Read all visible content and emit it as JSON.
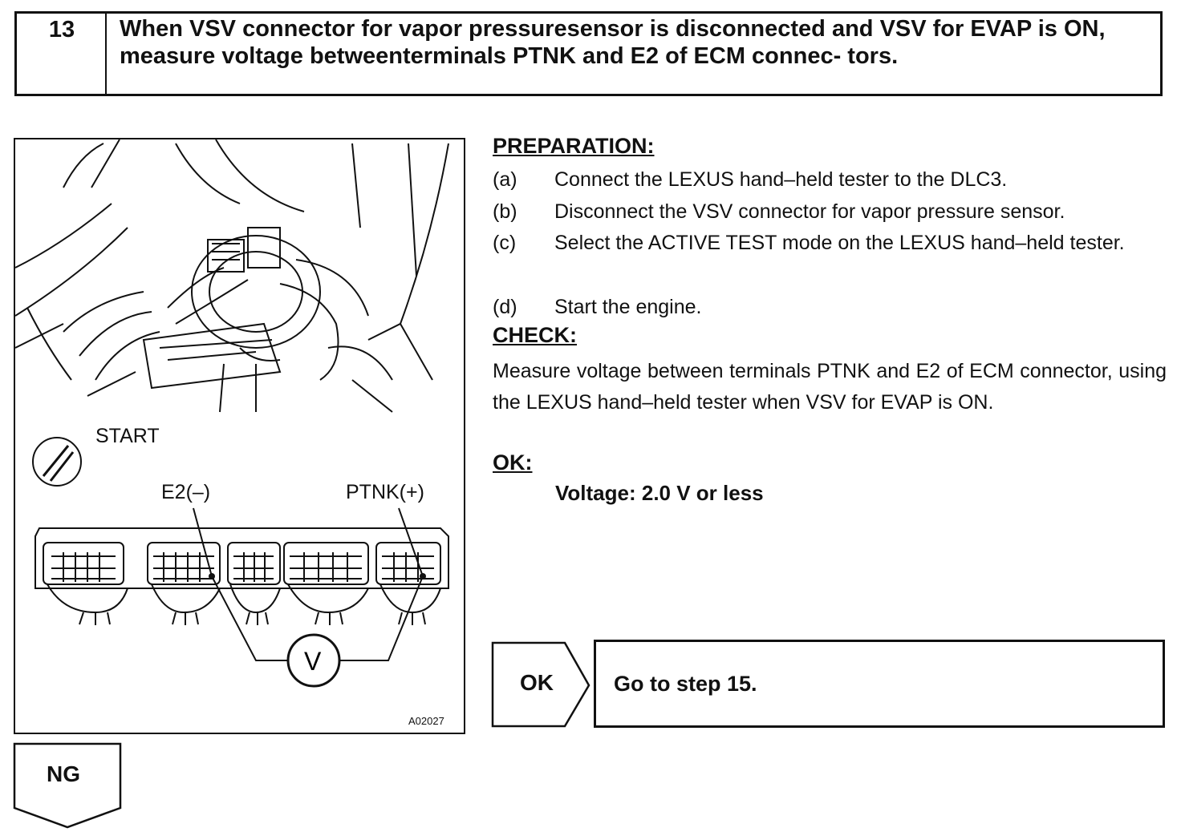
{
  "header": {
    "step_number": "13",
    "title": "When VSV connector for vapor pressuresensor is disconnected and VSV for EVAP is ON, measure voltage betweenterminals PTNK and E2 of ECM connec- tors."
  },
  "figure": {
    "start_label": "START",
    "e2_label": "E2(–)",
    "ptnk_label": "PTNK(+)",
    "meter_symbol": "V",
    "figure_code": "A02027"
  },
  "preparation": {
    "heading": "PREPARATION:",
    "steps": [
      {
        "letter": "(a)",
        "text": "Connect the LEXUS hand–held tester to the DLC3."
      },
      {
        "letter": "(b)",
        "text": "Disconnect the VSV connector for vapor pressure sensor."
      },
      {
        "letter": "(c)",
        "text": "Select the ACTIVE TEST mode on the LEXUS hand–held tester."
      },
      {
        "letter": "(d)",
        "text": "Start the engine."
      }
    ]
  },
  "check": {
    "heading": "CHECK:",
    "body": "Measure voltage between terminals PTNK and E2 of ECM connector,  using the LEXUS hand–held tester when VSV for EVAP is ON."
  },
  "ok": {
    "heading": "OK:",
    "spec": "Voltage:  2.0 V or less"
  },
  "results": {
    "ok_label": "OK",
    "ok_action": "Go to step 15.",
    "ng_label": "NG"
  }
}
